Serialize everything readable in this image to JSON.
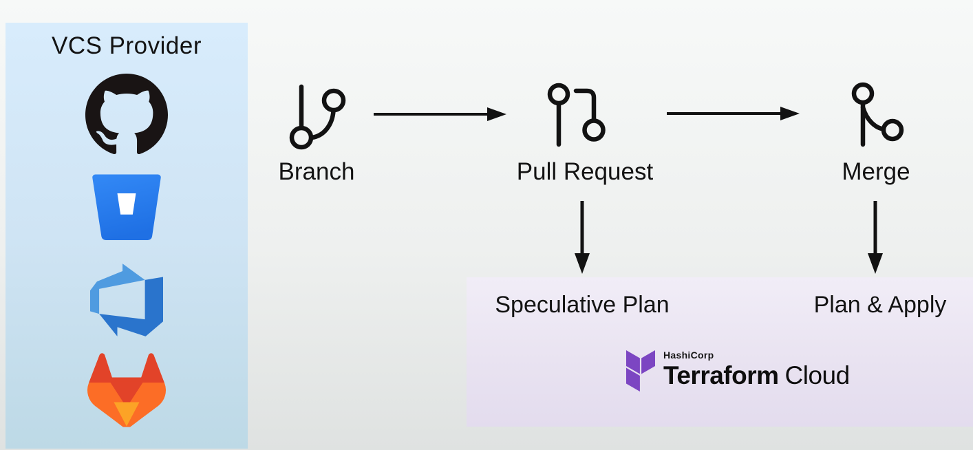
{
  "vcs_panel": {
    "title": "VCS Provider",
    "providers": [
      {
        "name": "GitHub",
        "icon": "github-logo"
      },
      {
        "name": "Bitbucket",
        "icon": "bitbucket-logo"
      },
      {
        "name": "Azure DevOps",
        "icon": "azure-devops-logo"
      },
      {
        "name": "GitLab",
        "icon": "gitlab-logo"
      }
    ]
  },
  "flow": {
    "steps": [
      {
        "label": "Branch",
        "icon": "git-branch-icon"
      },
      {
        "label": "Pull Request",
        "icon": "git-pull-request-icon"
      },
      {
        "label": "Merge",
        "icon": "git-merge-icon"
      }
    ],
    "arrows": [
      "branch-to-pull-request",
      "pull-request-to-merge",
      "pull-request-to-speculative-plan",
      "merge-to-plan-and-apply"
    ]
  },
  "terraform_panel": {
    "outputs": [
      {
        "label": "Speculative Plan"
      },
      {
        "label": "Plan & Apply"
      }
    ],
    "brand": {
      "company": "HashiCorp",
      "product": "Terraform",
      "edition": "Cloud"
    }
  },
  "colors": {
    "vcs_panel_blue": "#d8ecfc",
    "terraform_panel_lavender": "#e9e3f1",
    "terraform_purple": "#7c46c2",
    "icon_black": "#121212",
    "bitbucket_blue": "#2a7ef0",
    "azure_blue": "#2d7bd4",
    "gitlab_orange": "#fc6d26",
    "gitlab_red": "#e24329",
    "gitlab_yellow": "#fca326"
  }
}
